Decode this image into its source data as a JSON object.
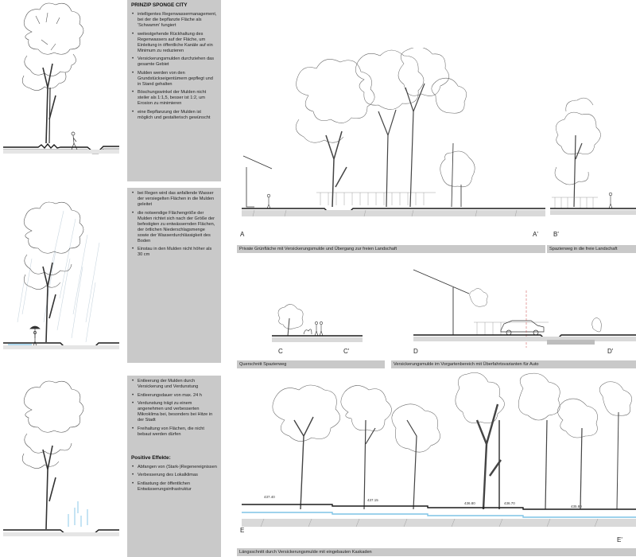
{
  "principle": {
    "title": "PRINZIP SPONGE CITY",
    "box1_items": [
      "intelligentes Regenwassermanagement, bei der die bepflanzte Fläche als 'Schwamm' fungiert",
      "weitestgehende Rückhaltung des Regenwassers auf der Fläche, um Einleitung in öffentliche Kanäle auf ein Minimum zu reduzieren",
      "Versickerungsmulden durchziehen das gesamte Gebiet",
      "Mulden werden von den Grundstückseigentümern gepflegt und in Stand gehalten",
      "Böschungswinkel der Mulden nicht steiler als 1:1,5, besser ist 1:2, um Erosion zu minimieren",
      "eine Bepflanzung der Mulden ist möglich und gestalterisch gewünscht"
    ],
    "box2_items": [
      "bei Regen wird das anfallende Wasser der versiegelten Flächen in die Mulden geleitet",
      "die notwendige Flächengröße der Mulden richtet sich nach der Größe der befestigten zu entwässernden Flächen, der örtlichen Niederschlagsmenge sowie der Wasserdurchlässigkeit des Boden",
      "Einstau in den Mulden nicht höher als 30 cm"
    ],
    "box3_items": [
      "Entleerung der Mulden durch Versickerung und Verdunstung",
      "Entleerungsdauer von max. 24 h",
      "Verdunstung trägt zu einem angenehmen und verbesserten Mikroklima bei, besonders bei Hitze in der Stadt",
      "Freihaltung von Flächen, die nicht bebaut werden dürfen"
    ],
    "positive_title": "Positive Effekte:",
    "positive_items": [
      "Abfangen von (Stark-)Regenereignissen",
      "Verbesserung des Lokalklimas",
      "Entlastung der öffentlichen Entwässerungsinfrastruktur"
    ]
  },
  "sections": {
    "a_label": "A",
    "a2_label": "A'",
    "b2_label": "B'",
    "c_label": "C",
    "c2_label": "C'",
    "d_label": "D",
    "d2_label": "D'",
    "e_label": "E",
    "e2_label": "E'"
  },
  "captions": {
    "aa": "Private Grünfläche mit Versickerungsmulde und Übergang zur freien Landschaft",
    "bb": "Spazierweg in die freie Landschaft",
    "cc": "Querschnitt Spazierweg",
    "dd": "Versickerungsmulde im Vorgartenbereich mit Überfahrtsvarianten für Auto",
    "ee": "Längsschnitt durch Versickerungsmulde mit eingebauten Kaskaden"
  },
  "levels": [
    "437.40",
    "437.15",
    "436.80",
    "436.70",
    "435.80"
  ],
  "colors": {
    "box_grey": "#c9c9c9",
    "water_blue": "#7fc4e6",
    "ground": "#1a1a1a"
  }
}
